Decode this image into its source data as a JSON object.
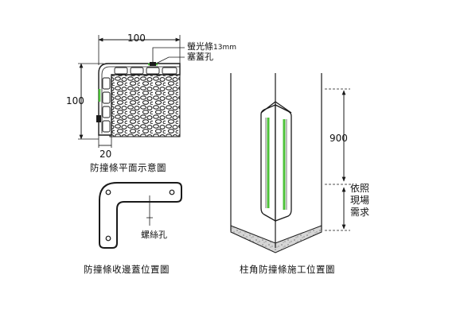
{
  "plan_view": {
    "dim_top": "100",
    "dim_left": "100",
    "dim_bottom": "20",
    "label_strip": "螢光條",
    "label_strip_size": "13mm",
    "label_plug": "塞蓋孔",
    "caption": "防撞條平面示意圖"
  },
  "endcap_view": {
    "label_screw": "螺絲孔",
    "caption": "防撞條收邊蓋位置圖"
  },
  "column_view": {
    "dim_height": "900",
    "label_site": "依照現場需求",
    "caption": "柱角防撞條施工位置圖"
  },
  "colors": {
    "line": "#1a1a1a",
    "fluorescent_strip": "#4ec23a",
    "ground": "#cfcfcf"
  }
}
